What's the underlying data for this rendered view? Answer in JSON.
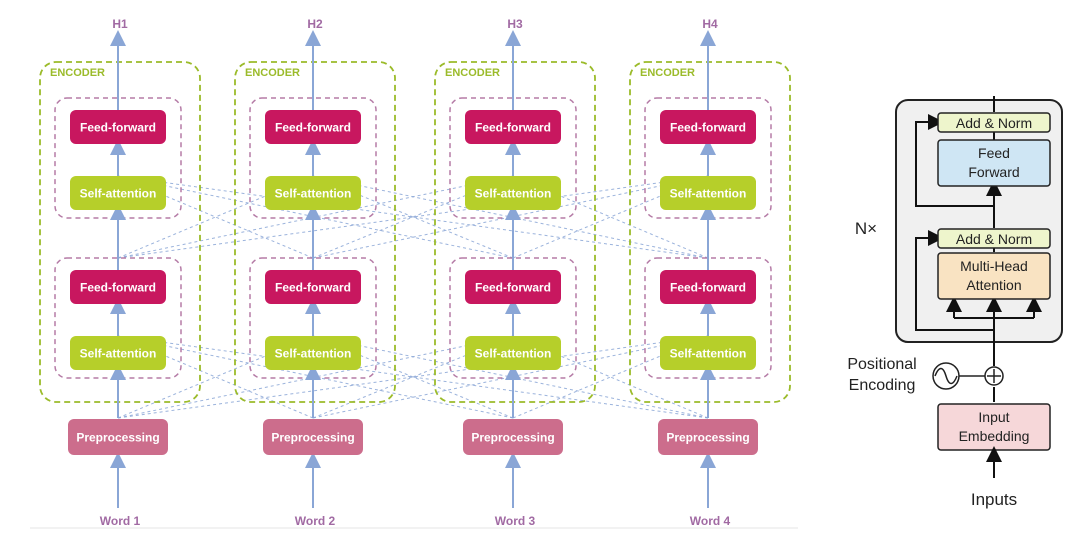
{
  "columns": [
    {
      "output": "H1",
      "word": "Word 1"
    },
    {
      "output": "H2",
      "word": "Word 2"
    },
    {
      "output": "H3",
      "word": "Word 3"
    },
    {
      "output": "H4",
      "word": "Word 4"
    }
  ],
  "labels": {
    "encoder": "ENCODER",
    "feed_forward": "Feed-forward",
    "self_attention": "Self-attention",
    "preprocessing": "Preprocessing"
  },
  "transformer_block": {
    "repeat": "N×",
    "add_norm": "Add & Norm",
    "feed_forward_line1": "Feed",
    "feed_forward_line2": "Forward",
    "mha_line1": "Multi-Head",
    "mha_line2": "Attention",
    "positional_line1": "Positional",
    "positional_line2": "Encoding",
    "input_emb_line1": "Input",
    "input_emb_line2": "Embedding",
    "inputs": "Inputs"
  },
  "colors": {
    "encoder_border": "#9bbb2a",
    "sublayer_border": "#b57ba6",
    "feed_forward": "#c8175f",
    "self_attention": "#b6cf2a",
    "preprocessing": "#cc6d8c",
    "arrow": "#8aa6d6",
    "add_norm": "#eef5cc",
    "ff_block": "#cfe6f4",
    "mha_block": "#f9e3c2",
    "input_emb": "#f6d7d9",
    "block_bg": "#f0f0f0"
  }
}
